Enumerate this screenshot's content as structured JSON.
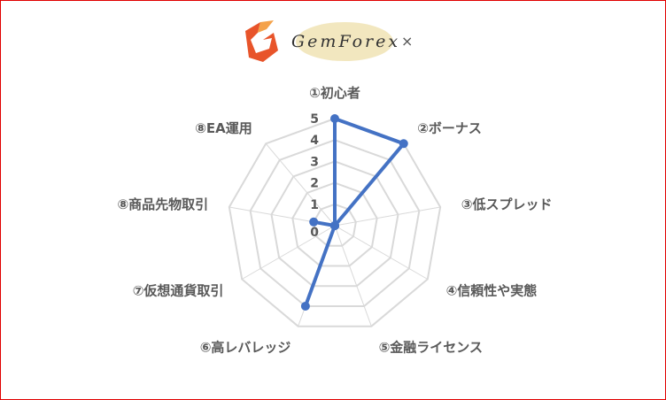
{
  "logo": {
    "brand": "GemForex",
    "suffix": "×"
  },
  "chart_data": {
    "type": "radar",
    "categories": [
      "①初心者",
      "②ボーナス",
      "③低スプレッド",
      "④信頼性や実態",
      "⑤金融ライセンス",
      "⑥高レバレッジ",
      "⑦仮想通貨取引",
      "⑧商品先物取引",
      "⑧EA運用"
    ],
    "series": [
      {
        "name": "GemForex",
        "values": [
          5,
          5,
          0,
          0,
          0,
          4,
          0,
          1,
          0
        ]
      }
    ],
    "rlim": [
      0,
      5
    ],
    "ticks": [
      "0",
      "1",
      "2",
      "3",
      "4",
      "5"
    ],
    "grid": true,
    "legend": "none",
    "colors": {
      "series": "#4472c4",
      "grid": "#d9d9d9",
      "text": "#595959"
    }
  }
}
